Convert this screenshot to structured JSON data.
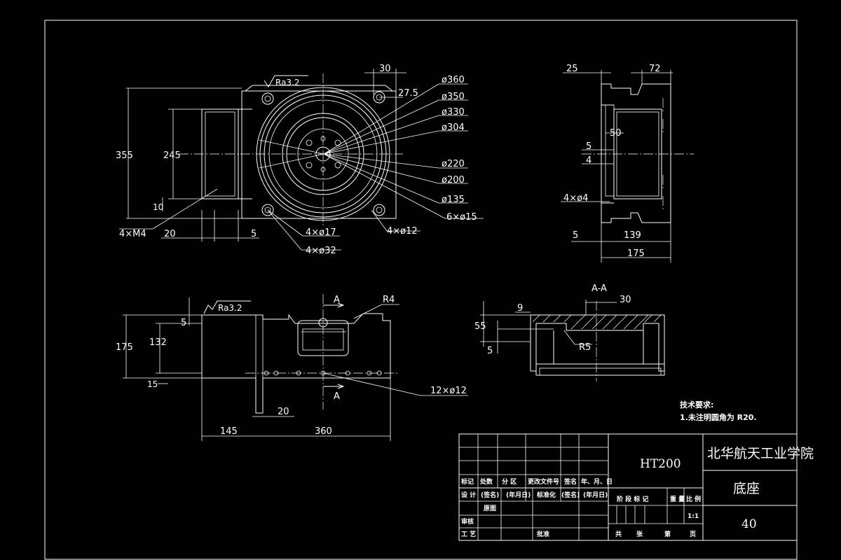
{
  "roughness": [
    "Ra3.2",
    "Ra3.2"
  ],
  "top_view": {
    "dims": [
      "355",
      "245",
      "10",
      "4×M4",
      "20",
      "5",
      "30",
      "27.5"
    ],
    "diameters": [
      "ø360",
      "ø350",
      "ø330",
      "ø304",
      "ø220",
      "ø200",
      "ø135",
      "6×ø15"
    ],
    "holes": [
      "4×ø17",
      "4×ø32",
      "4×ø12"
    ]
  },
  "side_view": {
    "dims": [
      "25",
      "72",
      "50",
      "5",
      "4",
      "4×ø4",
      "5",
      "139",
      "175"
    ]
  },
  "front_view": {
    "dims": [
      "5",
      "175",
      "132",
      "15",
      "20",
      "145",
      "360",
      "R4",
      "12×ø12"
    ],
    "section_marks": [
      "A",
      "A"
    ]
  },
  "section_view": {
    "title": "A-A",
    "dims": [
      "30",
      "9",
      "55",
      "5",
      "R5"
    ]
  },
  "tech_req": {
    "title": "技术要求:",
    "item1": "1.未注明圆角为 R20."
  },
  "title_block": {
    "material": "HT200",
    "school": "北华航天工业学院",
    "part_name": "底座",
    "number": "40",
    "scale": "1:1",
    "row_labels": [
      "标记",
      "处数",
      "分 区",
      "更改文件号",
      "签名",
      "年、月、日"
    ],
    "design": [
      "设 计",
      "(签名)",
      "(年月日)",
      "标准化",
      "(签名)",
      "(年月日)"
    ],
    "check": "审核",
    "process": "工 艺",
    "drawing": "批准",
    "stage": [
      "阶 段 标 记",
      "重 量",
      "比 例"
    ],
    "footer": [
      "共",
      "张",
      "第",
      "页"
    ],
    "extra": "原图"
  }
}
